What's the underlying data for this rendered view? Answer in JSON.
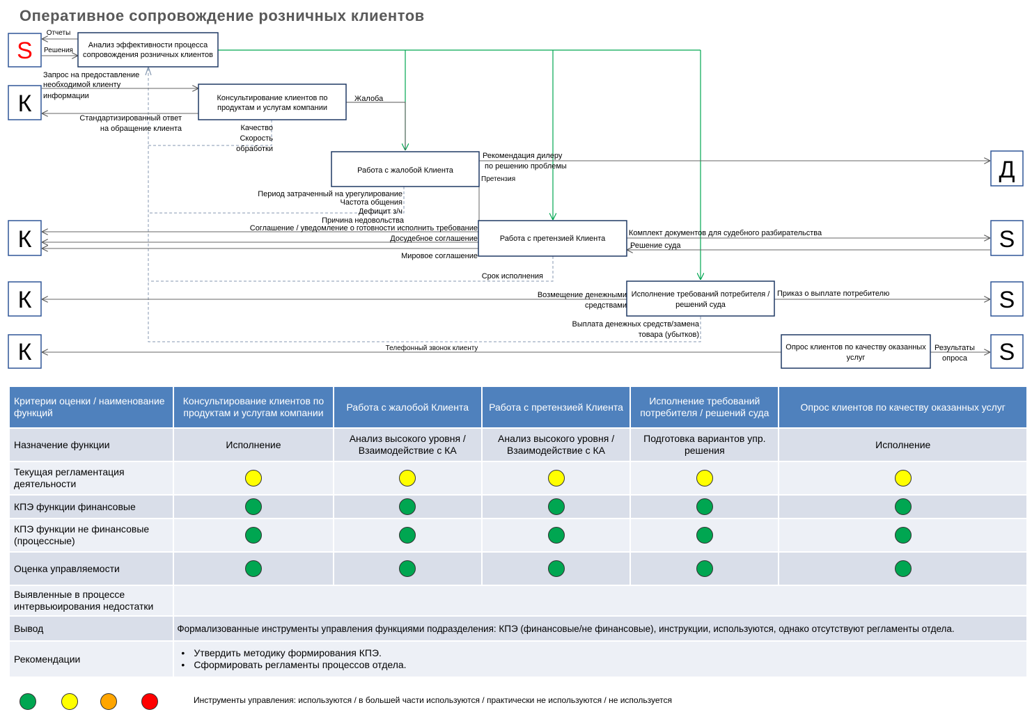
{
  "title": "Оперативное сопровождение розничных клиентов",
  "diagram": {
    "actors": {
      "s_top": "S",
      "k1": "К",
      "d": "Д",
      "k2": "К",
      "s2": "S",
      "k3": "К",
      "s3": "S",
      "k4": "К",
      "s4": "S"
    },
    "boxes": {
      "analysis": [
        "Анализ эффективности процесса",
        "сопровождения розничных клиентов"
      ],
      "consult": [
        "Консультирование клиентов по",
        "продуктам и услугам компании"
      ],
      "complaint": [
        "Работа с жалобой Клиента"
      ],
      "claim": [
        "Работа с претензией Клиента"
      ],
      "execution": [
        "Исполнение требований потребителя /",
        "решений суда"
      ],
      "survey": [
        "Опрос клиентов по качеству оказанных",
        "услуг"
      ]
    },
    "labels": {
      "reports": "Отчеты",
      "decisions": "Решения",
      "request": [
        "Запрос на предоставление",
        "необходимой клиенту",
        "информации"
      ],
      "std_answer": [
        "Стандартизированный ответ",
        "на обращение клиента"
      ],
      "complaint": "Жалоба",
      "quality": [
        "Качество",
        "Скорость",
        "обработки"
      ],
      "dealer_rec": [
        "Рекомендация дилеру",
        "по решению проблемы"
      ],
      "pretension": "Претензия",
      "period": [
        "Период затраченный на урегулирование",
        "Частота общения",
        "Дефицит з/ч",
        "Причина  недовольства"
      ],
      "agreement": "Соглашение / уведомление о готовности исполнить требование",
      "pretrial": "Досудебное соглашение",
      "settlement": "Мировое соглашение",
      "docs": "Комплект документов для судебного разбирательства",
      "court": "Решение суда",
      "deadline": "Срок исполнения",
      "compensation": [
        "Возмещение денежными",
        "средствами"
      ],
      "order": "Приказ о выплате потребителю",
      "payment": [
        "Выплата денежных средств/замена",
        "товара (убытков)"
      ],
      "call": "Телефонный звонок клиенту",
      "results": [
        "Результаты",
        "опроса"
      ]
    }
  },
  "table": {
    "header": [
      "Критерии оценки / наименование функций",
      "Консультирование клиентов по продуктам и услугам компании",
      "Работа с жалобой Клиента",
      "Работа с претензией Клиента",
      "Исполнение требований потребителя / решений суда",
      "Опрос клиентов по качеству оказанных услуг"
    ],
    "rows": {
      "purpose": {
        "label": "Назначение функции",
        "values": [
          "Исполнение",
          "Анализ высокого уровня / Взаимодействие с КА",
          "Анализ высокого уровня / Взаимодействие с КА",
          "Подготовка вариантов упр. решения",
          "Исполнение"
        ]
      },
      "regulation": {
        "label": "Текущая регламентация деятельности",
        "status": [
          "yellow",
          "yellow",
          "yellow",
          "yellow",
          "yellow"
        ]
      },
      "kpi_fin": {
        "label": "КПЭ функции финансовые",
        "status": [
          "green",
          "green",
          "green",
          "green",
          "green"
        ]
      },
      "kpi_nonfin": {
        "label": "КПЭ функции не финансовые (процессные)",
        "status": [
          "green",
          "green",
          "green",
          "green",
          "green"
        ]
      },
      "manageability": {
        "label": "Оценка управляемости",
        "status": [
          "green",
          "green",
          "green",
          "green",
          "green"
        ]
      },
      "gaps": {
        "label": "Выявленные в процессе интервьюирования недостатки",
        "value": ""
      },
      "conclusion": {
        "label": "Вывод",
        "value": "Формализованные инструменты управления функциями подразделения: КПЭ (финансовые/не финансовые), инструкции, используются, однако отсутствуют регламенты отдела."
      },
      "recommendations": {
        "label": "Рекомендации",
        "items": [
          "Утвердить методику формирования КПЭ.",
          "Сформировать регламенты процессов отдела."
        ]
      }
    }
  },
  "legend": {
    "colors": [
      "green",
      "yellow",
      "orange",
      "red"
    ],
    "text": "Инструменты управления:  используются / в большей части используются / практически не используются  / не используется"
  }
}
